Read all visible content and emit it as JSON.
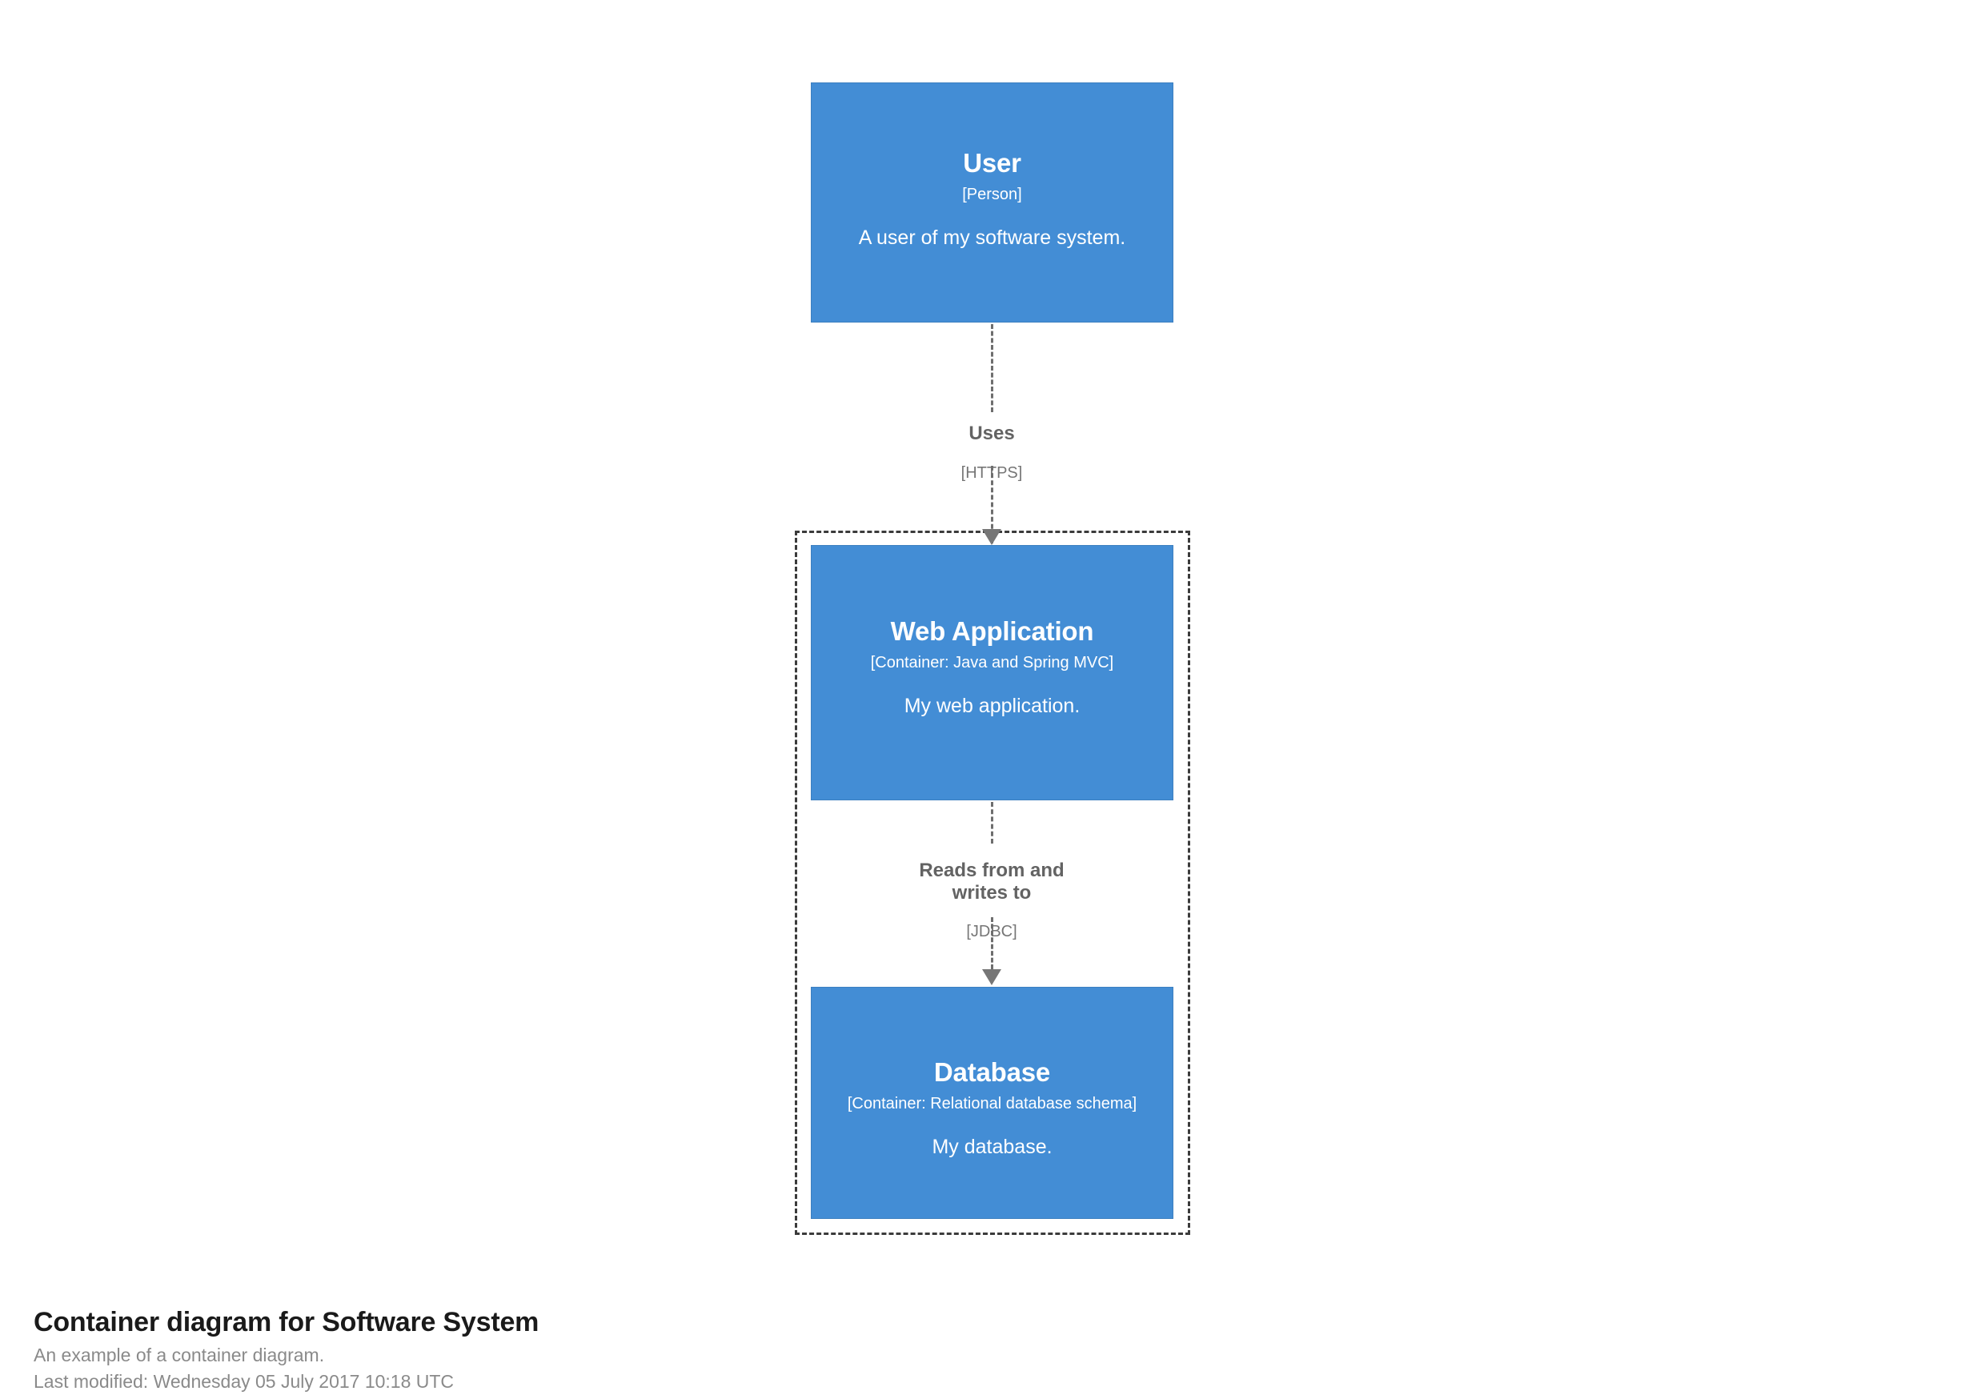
{
  "diagram": {
    "type": "c4-container-diagram",
    "colors": {
      "element_fill": "#438dd5",
      "element_stroke": "#3c7fc0",
      "element_text": "#ffffff",
      "boundary_stroke": "#3b3b3b",
      "relationship_stroke": "#6e6e6e",
      "relationship_text": "#636363",
      "caption_title": "#1a1a1a",
      "caption_text": "#8a8a8a",
      "background": "#ffffff"
    },
    "elements": [
      {
        "id": "user",
        "name": "User",
        "meta": "[Person]",
        "description": "A user of my software system."
      },
      {
        "id": "web-application",
        "name": "Web Application",
        "meta": "[Container: Java and Spring MVC]",
        "description": "My web application."
      },
      {
        "id": "database",
        "name": "Database",
        "meta": "[Container: Relational database schema]",
        "description": "My database."
      }
    ],
    "boundary": {
      "id": "software-system",
      "style": "dashed"
    },
    "relationships": [
      {
        "id": "uses",
        "source": "user",
        "destination": "web-application",
        "description": "Uses",
        "technology": "[HTTPS]"
      },
      {
        "id": "reads-writes",
        "source": "web-application",
        "destination": "database",
        "description": "Reads from and\nwrites to",
        "technology": "[JDBC]"
      }
    ]
  },
  "caption": {
    "title": "Container diagram for Software System",
    "description": "An example of a container diagram.",
    "last_modified": "Last modified: Wednesday 05 July 2017 10:18 UTC"
  }
}
